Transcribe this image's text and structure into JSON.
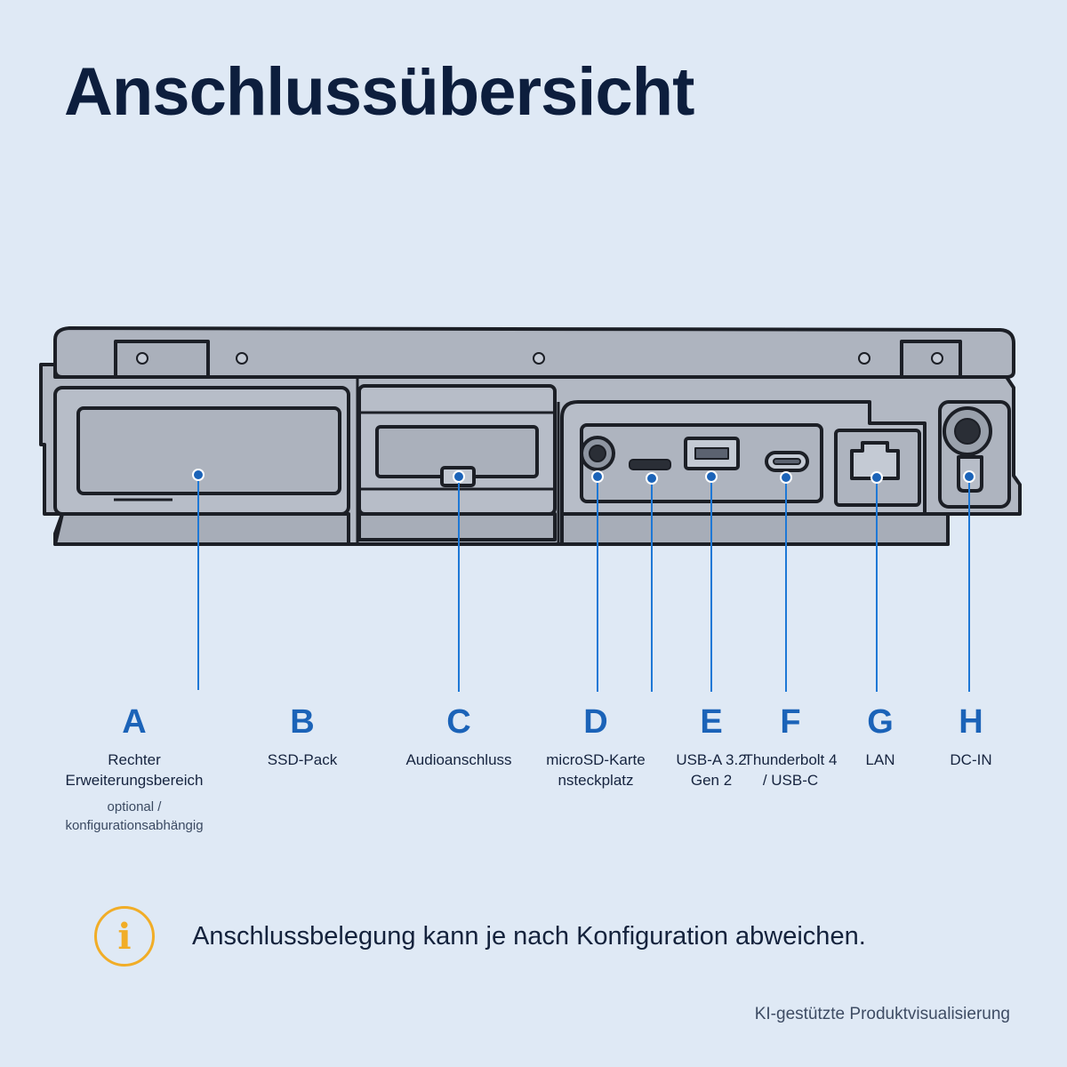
{
  "title": "Anschlussübersicht",
  "callouts": [
    {
      "id": "A",
      "label": "Rechter Erweiterungsbereich",
      "sub": "optional / konfigurationsabhängig"
    },
    {
      "id": "B",
      "label": "SSD-Pack",
      "sub": ""
    },
    {
      "id": "C",
      "label": "Audioanschluss",
      "sub": ""
    },
    {
      "id": "D",
      "label": "microSD-Kartensteckplatz",
      "sub": ""
    },
    {
      "id": "E",
      "label": "USB-A 3.2 Gen 2",
      "sub": ""
    },
    {
      "id": "F",
      "label": "Thunderbolt 4 / USB-C",
      "sub": ""
    },
    {
      "id": "G",
      "label": "LAN",
      "sub": ""
    },
    {
      "id": "H",
      "label": "DC-IN",
      "sub": ""
    }
  ],
  "note": {
    "icon": "info-icon",
    "text": "Anschlussbelegung kann je nach Konfiguration abweichen."
  },
  "credit": "KI-gestützte Produktvisualisierung",
  "colors": {
    "background": "#dfe9f5",
    "accent": "#1b63b8",
    "info": "#f1ad27",
    "text": "#0d1e3d",
    "device": "#b2b8c3",
    "outline": "#1c1f26"
  }
}
